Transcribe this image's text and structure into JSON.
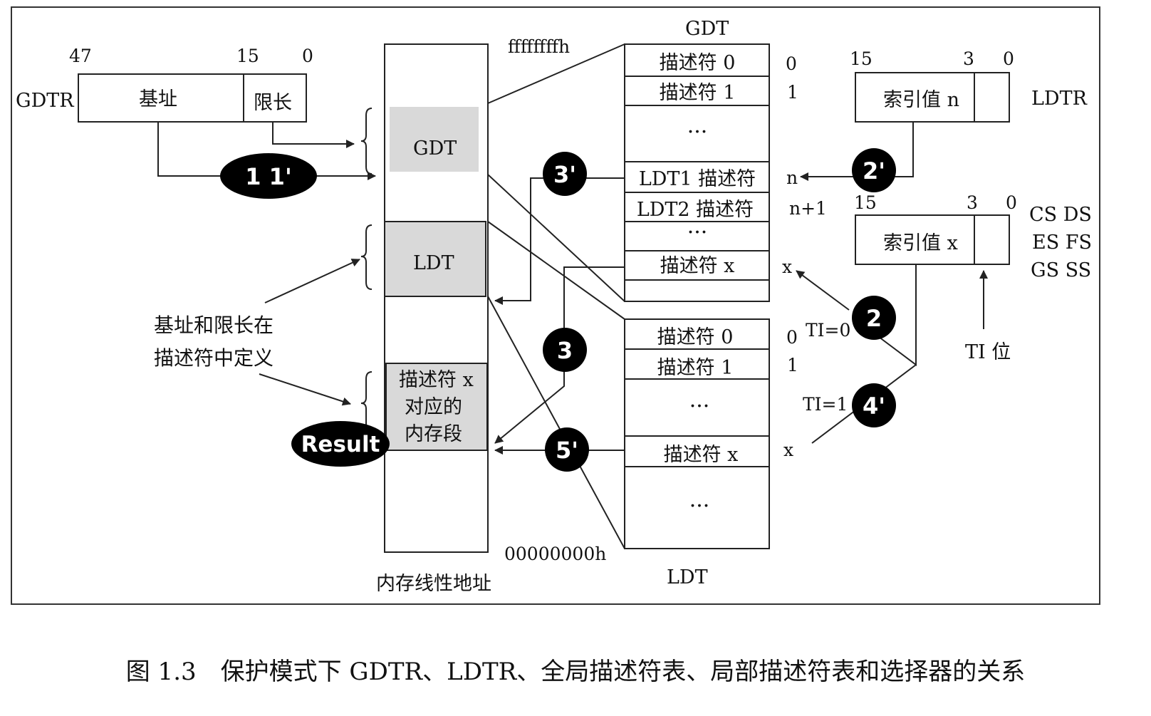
{
  "gdtr": {
    "name": "GDTR",
    "bit_hi": "47",
    "bit_mid": "15",
    "bit_lo": "0",
    "base": "基址",
    "limit": "限长"
  },
  "memory": {
    "top_addr": "ffffffffh",
    "bottom_addr": "00000000h",
    "caption": "内存线性地址",
    "gdt_label": "GDT",
    "ldt_label": "LDT",
    "seg_line1": "描述符 x",
    "seg_line2": "对应的",
    "seg_line3": "内存段"
  },
  "gdt_table": {
    "title": "GDT",
    "rows": [
      "描述符 0",
      "描述符 1",
      "···",
      "LDT1 描述符",
      "LDT2 描述符",
      "···",
      "描述符 x",
      ""
    ],
    "indices": [
      "0",
      "1",
      "n",
      "n+1",
      "x"
    ]
  },
  "ldt_table": {
    "title": "LDT",
    "rows": [
      "描述符 0",
      "描述符 1",
      "···",
      "描述符 x",
      "···"
    ],
    "indices": [
      "0",
      "1",
      "x"
    ]
  },
  "ldtr": {
    "name": "LDTR",
    "bit_hi": "15",
    "bit_mid": "3",
    "bit_lo": "0",
    "index": "索引值 n"
  },
  "selector": {
    "bit_hi": "15",
    "bit_mid": "3",
    "bit_lo": "0",
    "index": "索引值 x",
    "regs_line1": "CS DS",
    "regs_line2": "ES FS",
    "regs_line3": "GS SS",
    "ti_label": "TI 位"
  },
  "ti": {
    "ti0": "TI=0",
    "ti1": "TI=1"
  },
  "note": {
    "line1": "基址和限长在",
    "line2": "描述符中定义"
  },
  "steps": {
    "s1": "1  1'",
    "s2": "2",
    "s2p": "2'",
    "s3": "3",
    "s3p": "3'",
    "s4p": "4'",
    "s5p": "5'",
    "result": "Result"
  },
  "figure_caption": "图 1.3　保护模式下 GDTR、LDTR、全局描述符表、局部描述符表和选择器的关系",
  "colors": {
    "segment_fill": "#d9d9d9",
    "marker_fill": "#000000",
    "line": "#222222"
  }
}
